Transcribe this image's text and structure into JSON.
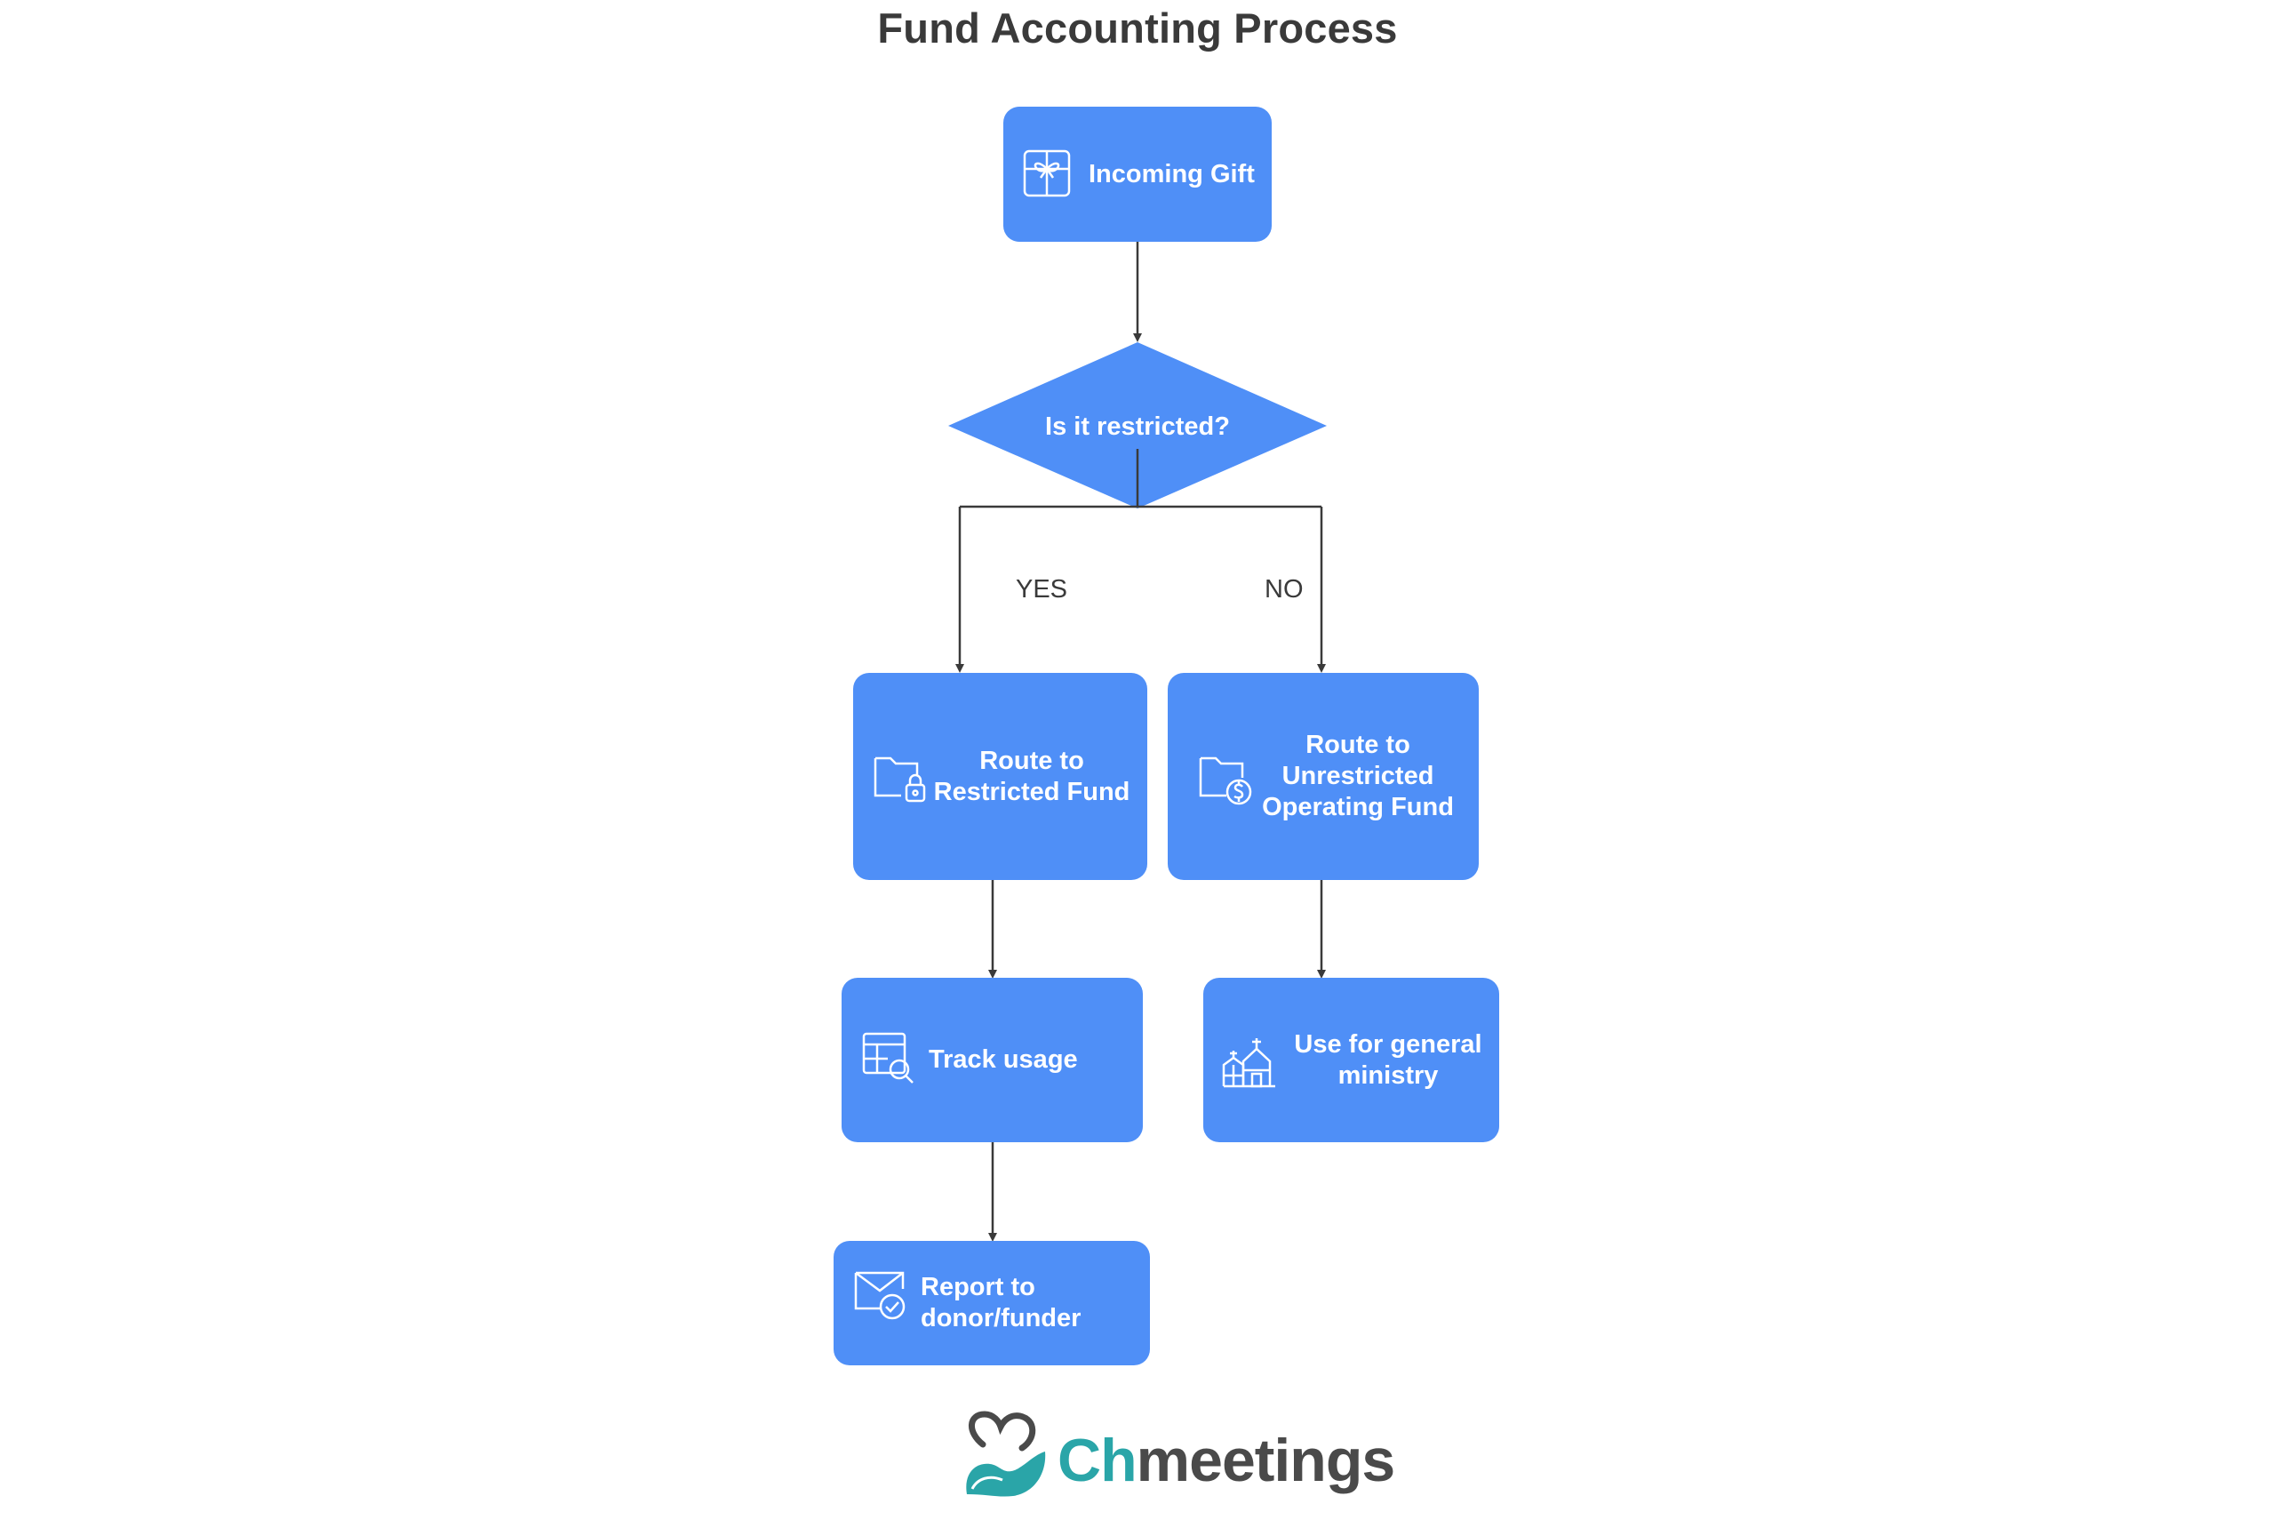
{
  "title": "Fund Accounting Process",
  "nodes": {
    "incoming_gift": {
      "label": "Incoming Gift",
      "icon": "gift-icon"
    },
    "decision": {
      "label": "Is it restricted?"
    },
    "restricted_fund": {
      "label": "Route to\nRestricted Fund",
      "icon": "folder-lock-icon"
    },
    "unrestricted_fund": {
      "label": "Route to\nUnrestricted\nOperating Fund",
      "icon": "folder-dollar-icon"
    },
    "track_usage": {
      "label": "Track usage",
      "icon": "table-search-icon"
    },
    "general_ministry": {
      "label": "Use for general\nministry",
      "icon": "church-icon"
    },
    "report": {
      "label": "Report to\ndonor/funder",
      "icon": "mail-check-icon"
    }
  },
  "branches": {
    "yes": "YES",
    "no": "NO"
  },
  "logo": {
    "brand_prefix": "Ch",
    "brand_rest": "meetings"
  },
  "colors": {
    "node_fill": "#4f8ff7",
    "connector": "#3a3a3a",
    "logo_teal": "#2aa5a8",
    "logo_gray": "#4a4a4a"
  }
}
